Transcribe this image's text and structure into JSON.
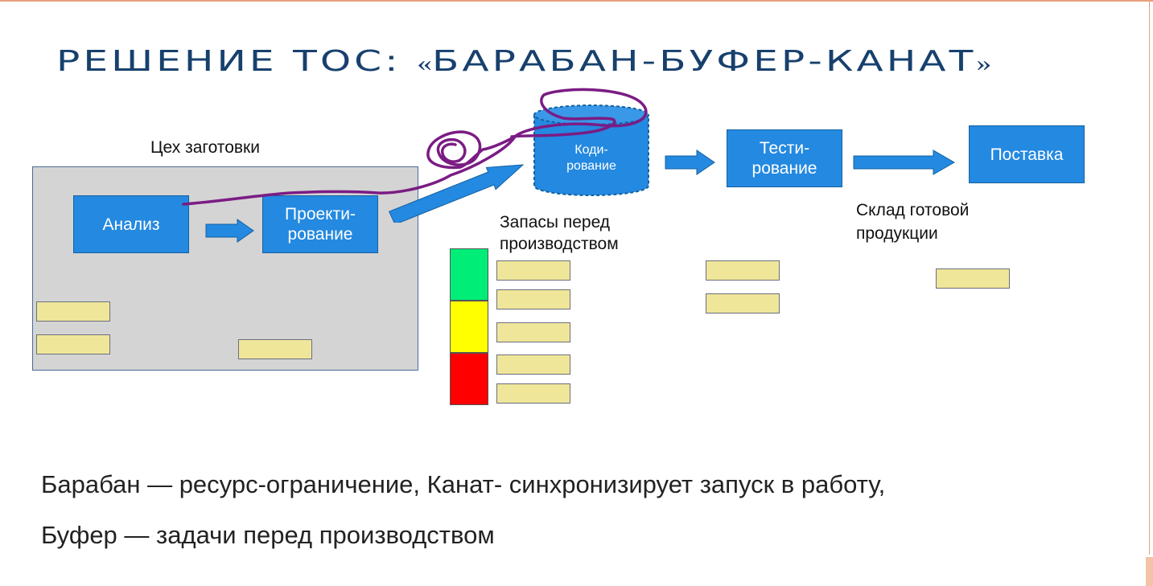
{
  "title": {
    "main": "РЕШЕНИЕ ТОС: ",
    "quote_open": "«",
    "name": "БАРАБАН-БУФЕР-КАНАТ",
    "quote_close": "»"
  },
  "workshop": {
    "label": "Цех заготовки"
  },
  "steps": {
    "analysis": "Анализ",
    "design": "Проекти-\nрование",
    "coding": "Коди-\nрование",
    "testing": "Тести-\nрование",
    "delivery": "Поставка"
  },
  "labels": {
    "inventory": "Запасы перед\nпроизводством",
    "warehouse": "Склад готовой\nпродукции"
  },
  "buffer_zones": {
    "colors": [
      "#00ee77",
      "#ffff00",
      "#ff0000"
    ]
  },
  "colors": {
    "process": "#2489e0",
    "note": "#efe69a",
    "rope": "#7b1c84",
    "title": "#17406d"
  },
  "caption": {
    "line1": "Барабан — ресурс-ограничение, Канат- синхронизирует запуск в работу,",
    "line2": "Буфер — задачи перед производством"
  }
}
